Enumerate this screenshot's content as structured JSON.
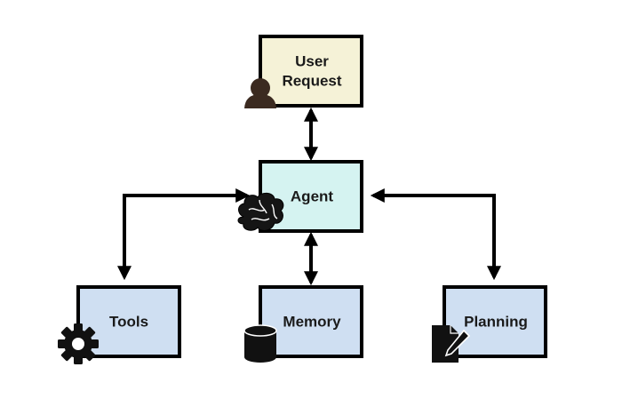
{
  "nodes": {
    "user_request": {
      "line1": "User",
      "line2": "Request",
      "fill": "#f5f2d7"
    },
    "agent": {
      "label": "Agent",
      "fill": "#d5f3f1"
    },
    "tools": {
      "label": "Tools",
      "fill": "#cfdff2"
    },
    "memory": {
      "label": "Memory",
      "fill": "#cfdff2"
    },
    "planning": {
      "label": "Planning",
      "fill": "#cfdff2"
    }
  },
  "icons": {
    "user": "person-icon",
    "agent": "brain-icon",
    "tools": "gear-icon",
    "memory": "database-icon",
    "planning": "document-pen-icon"
  },
  "colors": {
    "stroke": "#000000",
    "user_icon": "#3b2a20",
    "icon_dark": "#111111"
  }
}
